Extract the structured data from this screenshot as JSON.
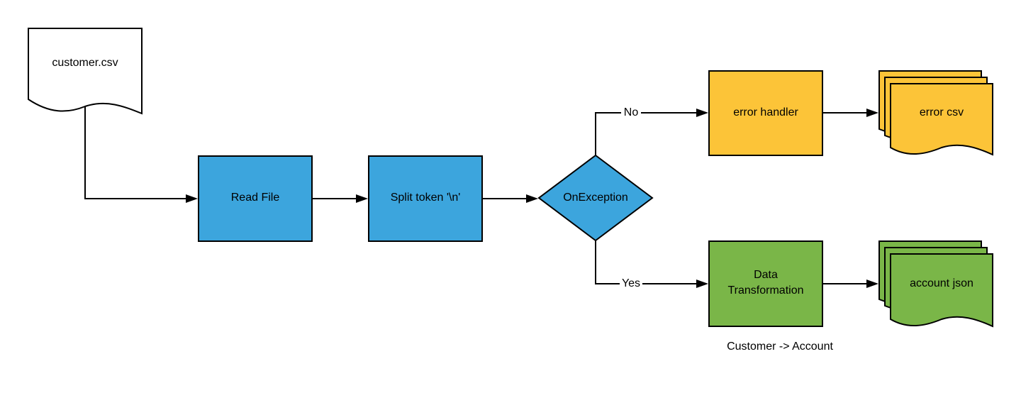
{
  "colors": {
    "blue": "#3ca5dd",
    "yellow": "#fcc438",
    "green": "#7ab648",
    "document": "#ffffff",
    "stroke": "#000000"
  },
  "nodes": {
    "input_file": "customer.csv",
    "read_file": "Read File",
    "split_token": "Split token '\\n'",
    "decision": "OnException",
    "error_handler": "error handler",
    "error_output": "error csv",
    "transform_line1": "Data",
    "transform_line2": "Transformation",
    "transform_caption": "Customer -> Account",
    "account_output": "account json"
  },
  "edges": {
    "no_label": "No",
    "yes_label": "Yes"
  },
  "icons": {
    "input_file": "document-icon",
    "error_output": "multi-document-icon",
    "account_output": "multi-document-icon"
  }
}
